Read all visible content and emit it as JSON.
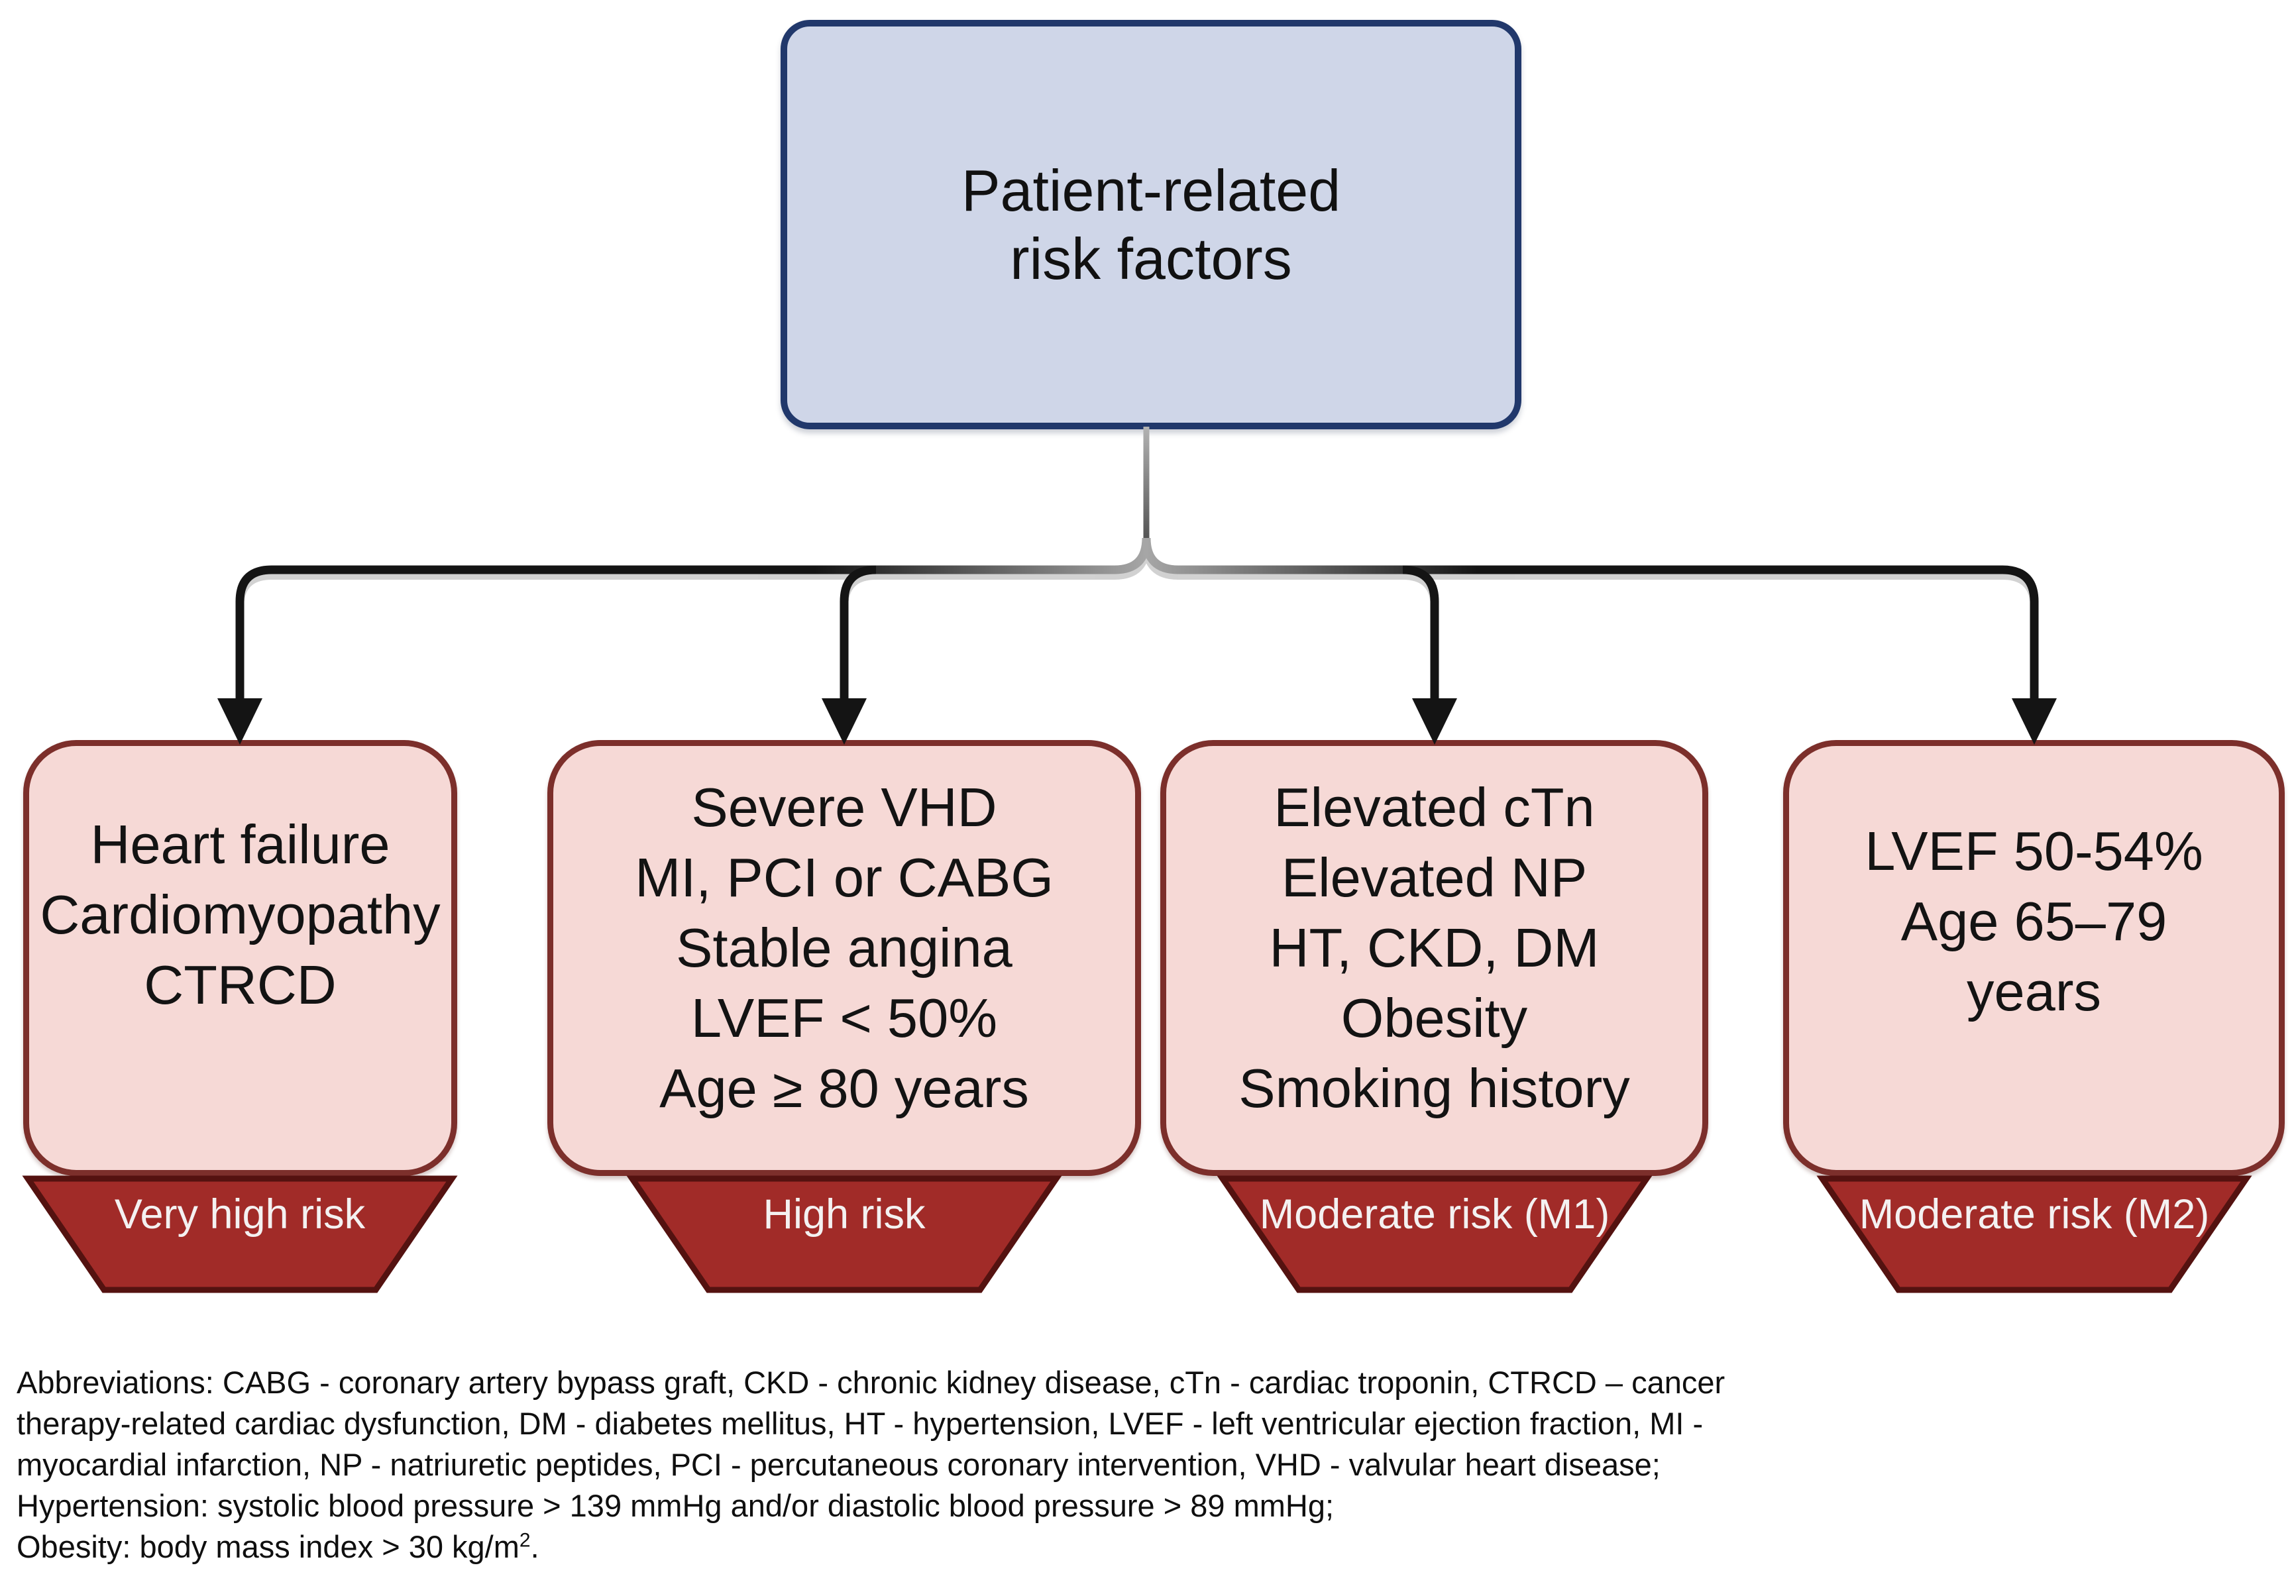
{
  "root": {
    "lines": [
      "Patient-related",
      "risk factors"
    ]
  },
  "branches": [
    {
      "box_lines": [
        "Heart failure",
        "Cardiomyopathy",
        "CTRCD"
      ],
      "risk_label": "Very high risk"
    },
    {
      "box_lines": [
        "Severe VHD",
        "MI, PCI or CABG",
        "Stable angina",
        "LVEF < 50%",
        "Age ≥ 80 years"
      ],
      "risk_label": "High risk"
    },
    {
      "box_lines": [
        "Elevated cTn",
        "Elevated NP",
        "HT, CKD, DM",
        "Obesity",
        "Smoking history"
      ],
      "risk_label": "Moderate risk (M1)"
    },
    {
      "box_lines": [
        "LVEF 50-54%",
        "Age 65–79",
        "years"
      ],
      "risk_label": "Moderate risk (M2)"
    }
  ],
  "footnote": {
    "line1": "Abbreviations: CABG - coronary artery bypass graft, CKD - chronic kidney disease, cTn - cardiac troponin, CTRCD – cancer",
    "line2": "therapy-related cardiac dysfunction, DM - diabetes mellitus, HT - hypertension, LVEF - left ventricular ejection fraction, MI -",
    "line3": "myocardial infarction, NP - natriuretic peptides, PCI - percutaneous coronary intervention, VHD - valvular heart disease;",
    "line4": "Hypertension: systolic blood pressure > 139 mmHg and/or diastolic blood pressure > 89 mmHg;",
    "line5_pre": "Obesity: body mass index > 30 kg/m",
    "line5_sup": "2",
    "line5_post": "."
  },
  "colors": {
    "root_fill": "#cfd6e8",
    "root_border": "#21386b",
    "factor_fill": "#f6d9d6",
    "factor_border": "#7c2f2b",
    "banner_fill": "#a12b28",
    "banner_border": "#541210",
    "arrow": "#141414",
    "background": "#ffffff"
  }
}
